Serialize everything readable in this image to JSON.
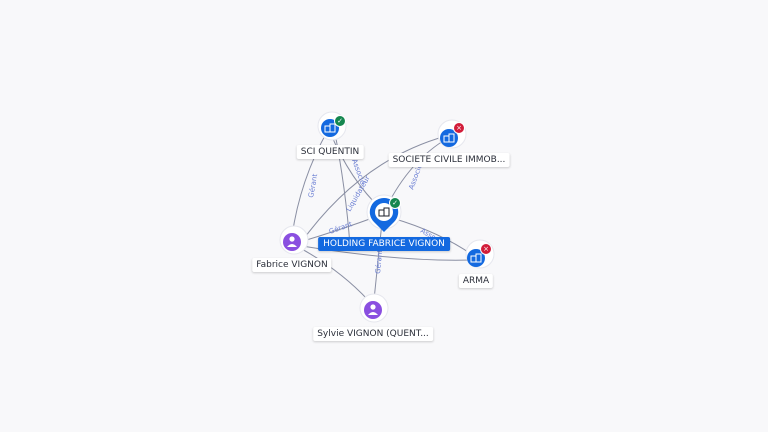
{
  "graph": {
    "nodes": {
      "holding": {
        "label": "HOLDING FABRICE VIGNON",
        "kind": "company-main",
        "status": "active",
        "icon": "building-icon"
      },
      "sci_quentin": {
        "label": "SCI QUENTIN",
        "kind": "company",
        "status": "active",
        "icon": "building-icon"
      },
      "societe_civile": {
        "label": "SOCIETE CIVILE IMMOB...",
        "kind": "company",
        "status": "closed",
        "icon": "building-icon"
      },
      "arma": {
        "label": "ARMA",
        "kind": "company",
        "status": "closed",
        "icon": "building-icon"
      },
      "fabrice": {
        "label": "Fabrice VIGNON",
        "kind": "person",
        "icon": "person-icon"
      },
      "sylvie": {
        "label": "Sylvie VIGNON (QUENT...",
        "kind": "person",
        "icon": "person-icon"
      }
    },
    "edge_labels": {
      "gerant": "Gérant",
      "associe": "Associé",
      "liquidateur": "Liquidateur",
      "gerant_trunc": "Gérant",
      "gerant_sylvie": "Gérant",
      "associe_arma": "Associé"
    },
    "colors": {
      "company": "#1369e0",
      "person": "#8a4fe0",
      "active": "#15874f",
      "closed": "#d21d3a"
    }
  }
}
